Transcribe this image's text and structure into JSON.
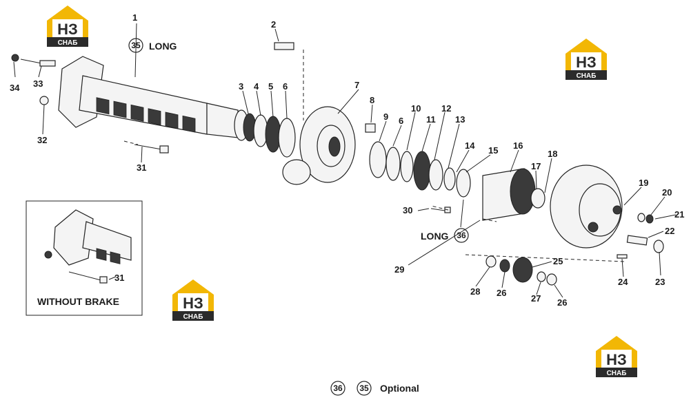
{
  "labels": {
    "p1": "1",
    "p2": "2",
    "p3": "3",
    "p4": "4",
    "p5": "5",
    "p6a": "6",
    "p6b": "6",
    "p7": "7",
    "p8": "8",
    "p9": "9",
    "p10": "10",
    "p11": "11",
    "p12": "12",
    "p13": "13",
    "p14": "14",
    "p15": "15",
    "p16": "16",
    "p17": "17",
    "p18": "18",
    "p19": "19",
    "p20": "20",
    "p21": "21",
    "p22": "22",
    "p23": "23",
    "p24": "24",
    "p25": "25",
    "p26a": "26",
    "p26b": "26",
    "p27": "27",
    "p28": "28",
    "p29": "29",
    "p30": "30",
    "p31a": "31",
    "p31b": "31",
    "p32": "32",
    "p33": "33",
    "p34": "34"
  },
  "circled": {
    "c35a": "35",
    "c36a": "36",
    "c36b": "36",
    "c35b": "35"
  },
  "text": {
    "long1": "LONG",
    "long2": "LONG",
    "without_brake": "WITHOUT  BRAKE",
    "optional": "Optional"
  },
  "logo": {
    "top": "НЗ",
    "bottom": "СНАБ"
  },
  "colors": {
    "logo_yellow": "#f2b705",
    "logo_dark": "#2b2b2b",
    "ink": "#1a1a1a"
  }
}
